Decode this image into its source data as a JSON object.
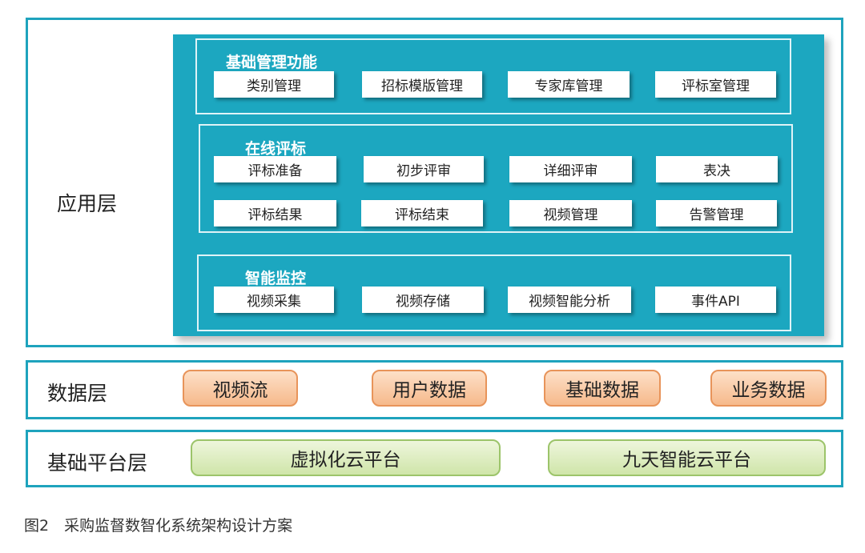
{
  "layers": {
    "app": {
      "label": "应用层",
      "groups": [
        {
          "title": "基础管理功能",
          "items": [
            "类别管理",
            "招标模版管理",
            "专家库管理",
            "评标室管理"
          ]
        },
        {
          "title": "在线评标",
          "items": [
            "评标准备",
            "初步评审",
            "详细评审",
            "表决",
            "评标结果",
            "评标结束",
            "视频管理",
            "告警管理"
          ]
        },
        {
          "title": "智能监控",
          "items": [
            "视频采集",
            "视频存储",
            "视频智能分析",
            "事件API"
          ]
        }
      ]
    },
    "data": {
      "label": "数据层",
      "items": [
        "视频流",
        "用户数据",
        "基础数据",
        "业务数据"
      ]
    },
    "base": {
      "label": "基础平台层",
      "items": [
        "虚拟化云平台",
        "九天智能云平台"
      ]
    }
  },
  "caption": "图2　采购监督数智化系统架构设计方案"
}
